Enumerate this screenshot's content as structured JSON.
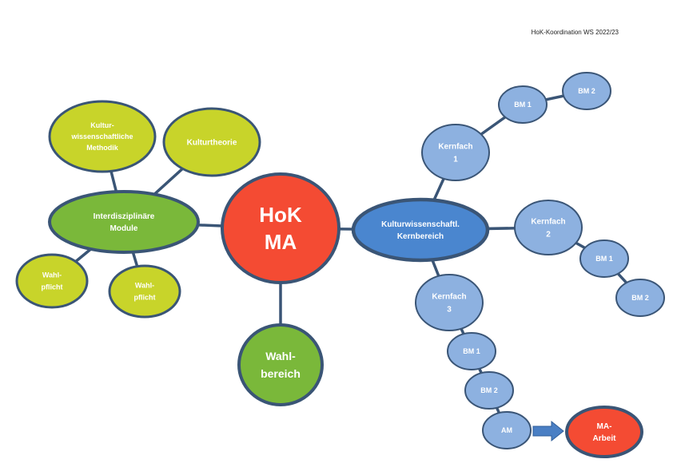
{
  "header": "HoK-Koordination WS 2022/23",
  "nodes": {
    "center": [
      "HoK",
      "MA"
    ],
    "interdisziplinaer": [
      "Interdisziplinäre",
      "Module"
    ],
    "methodik": [
      "Kultur-",
      "wissenschaftliche",
      "Methodik"
    ],
    "kulturtheorie": [
      "Kulturtheorie"
    ],
    "wahlpflicht_1": [
      "Wahl-",
      "pflicht"
    ],
    "wahlpflicht_2": [
      "Wahl-",
      "pflicht"
    ],
    "wahlbereich": [
      "Wahl-",
      "bereich"
    ],
    "kernbereich": [
      "Kulturwissenschaftl.",
      "Kernbereich"
    ],
    "kernfach_1": [
      "Kernfach",
      "1"
    ],
    "kernfach_2": [
      "Kernfach",
      "2"
    ],
    "kernfach_3": [
      "Kernfach",
      "3"
    ],
    "k1_bm1": [
      "BM 1"
    ],
    "k1_bm2": [
      "BM 2"
    ],
    "k2_bm1": [
      "BM 1"
    ],
    "k2_bm2": [
      "BM 2"
    ],
    "k3_bm1": [
      "BM 1"
    ],
    "k3_bm2": [
      "BM 2"
    ],
    "am": [
      "AM"
    ],
    "ma_arbeit": [
      "MA-",
      "Arbeit"
    ]
  },
  "colors": {
    "center": "#f44b33",
    "green": "#7ab83a",
    "lime": "#c8d42a",
    "blue_main": "#4a86cf",
    "blue_light": "#8db1e0",
    "red": "#f44b33",
    "border": "#3a5576",
    "arrow": "#4a7fc4"
  }
}
